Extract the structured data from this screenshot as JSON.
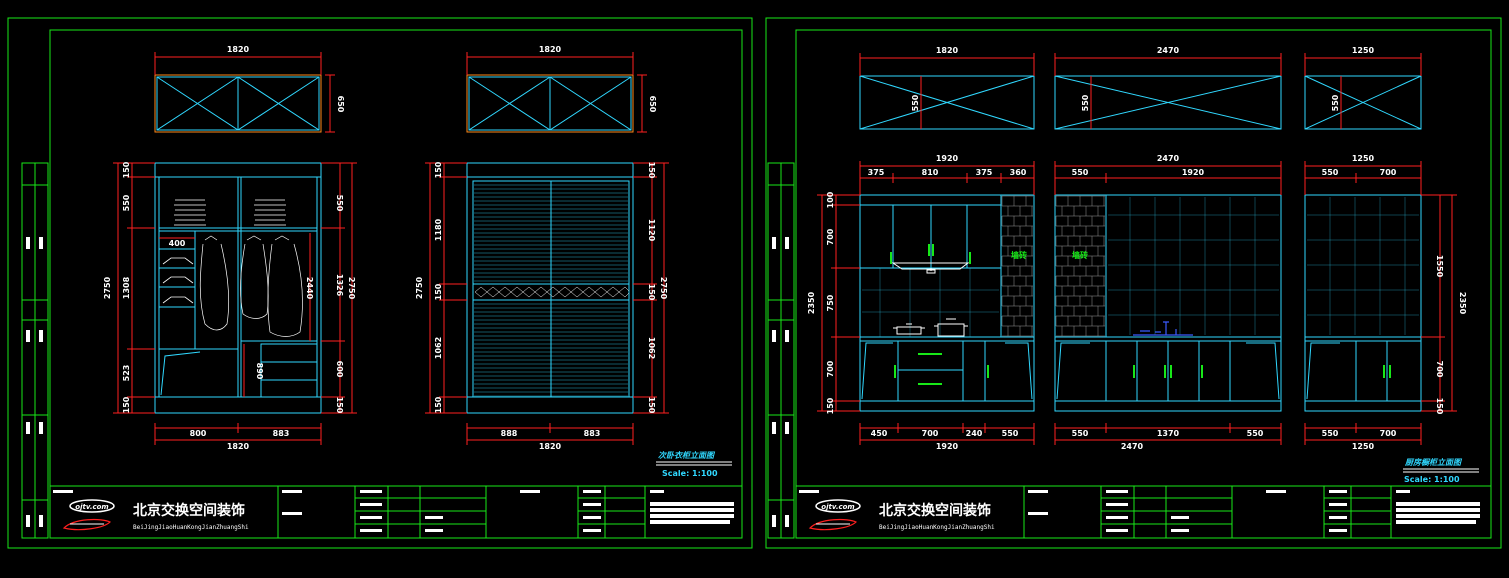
{
  "colors": {
    "frame": "#18e818",
    "cabinet": "#30d8ff",
    "dimension": "#ff2020",
    "top_box": "#ff8a1a",
    "handle": "#18e818",
    "fixture": "#ffffff"
  },
  "brand": {
    "name": "北京交换空间装饰",
    "pinyin": "BeiJingJiaoHuanKongJianZhuangShi",
    "logo_text": "ojtv.com"
  },
  "left_sheet": {
    "title": "次卧衣柜立面图",
    "scale": "Scale: 1:100",
    "top_box_widths": [
      "1820",
      "1820"
    ],
    "top_box_heights": [
      "650",
      "650"
    ],
    "wardrobe_left": {
      "heights_left": [
        "150",
        "550",
        "1308",
        "523",
        "150"
      ],
      "total_height": "2750",
      "heights_right": [
        "550",
        "1326",
        "600",
        "150"
      ],
      "height_right_total": "2750",
      "inner_width": "400",
      "hang_height": "2440",
      "drawer_height": "890",
      "bottom_widths": [
        "800",
        "883"
      ],
      "bottom_total": "1820"
    },
    "wardrobe_right": {
      "heights_left": [
        "150",
        "1180",
        "150",
        "1062",
        "150"
      ],
      "total_height": "2750",
      "heights_right": [
        "150",
        "1120",
        "150",
        "1062",
        "150"
      ],
      "height_right_total": "2750",
      "bottom_widths": [
        "888",
        "883"
      ],
      "bottom_total": "1820"
    }
  },
  "right_sheet": {
    "title": "厨房橱柜立面图",
    "scale": "Scale: 1:100",
    "top_widths": [
      "1820",
      "2470",
      "1250"
    ],
    "top_heights": [
      "550",
      "550",
      "550"
    ],
    "elev1": {
      "top_total": "1920",
      "top_parts": [
        "375",
        "810",
        "375",
        "360"
      ],
      "heights": [
        "100",
        "700",
        "750",
        "700",
        "150"
      ],
      "total_height": "2350",
      "bottom_parts": [
        "450",
        "700",
        "240",
        "550"
      ],
      "bottom_total": "1920",
      "tile_label": "墙砖"
    },
    "elev2": {
      "top_total": "2470",
      "top_parts": [
        "550",
        "1920"
      ],
      "bottom_parts": [
        "550",
        "1370",
        "550"
      ],
      "bottom_total": "2470",
      "tile_label": "墙砖"
    },
    "elev3": {
      "top_total": "1250",
      "top_parts": [
        "550",
        "700"
      ],
      "heights_right": [
        "1550",
        "700",
        "150"
      ],
      "total_height": "2350",
      "bottom_parts": [
        "550",
        "700"
      ],
      "bottom_total": "1250"
    }
  }
}
